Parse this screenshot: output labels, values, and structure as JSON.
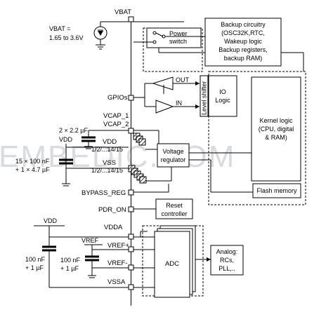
{
  "supply": {
    "vbat_pin": "VBAT",
    "vbat_range_line1": "VBAT =",
    "vbat_range_line2": "1.65 to 3.6V",
    "power_switch_line1": "Power",
    "power_switch_line2": "switch"
  },
  "backup": {
    "lines": [
      "Backup circuitry",
      "(OSC32K,RTC,",
      "Wakeup logic",
      "Backup registers,",
      "backup RAM)"
    ]
  },
  "io": {
    "out_label": "OUT",
    "in_label": "IN",
    "gpios_pin": "GPIOs",
    "level_shifter": "Level shifter",
    "io_logic_line1": "IO",
    "io_logic_line2": "Logic"
  },
  "core": {
    "vcap1": "VCAP_1",
    "vcap2": "VCAP_2",
    "cap_vcap": "2 × 2.2 µF",
    "vdd_left": "VDD",
    "vdd_pin": "VDD",
    "vdd_range": "1/2/...14/15",
    "vss_pin": "VSS",
    "vss_range": "1/2/...14/15",
    "cap_vdd_line1": "15 × 100 nF",
    "cap_vdd_line2": "+ 1 × 4.7 µF",
    "regulator_line1": "Voltage",
    "regulator_line2": "regulator",
    "kernel_line1": "Kernel logic",
    "kernel_line2": "(CPU, digital",
    "kernel_line3": "& RAM)",
    "flash": "Flash memory",
    "bypass_pin": "BYPASS_REG",
    "pdr_pin": "PDR_ON",
    "reset_line1": "Reset",
    "reset_line2": "controller"
  },
  "analog": {
    "vdd_top": "VDD",
    "vref_label": "VREF",
    "vdda_pin": "VDDA",
    "vrefp_pin": "VREF+",
    "vrefm_pin": "VREF-",
    "vssa_pin": "VSSA",
    "adc": "ADC",
    "analog_line1": "Analog:",
    "analog_line2": "RCs,",
    "analog_line3": "PLL,..",
    "cap_a_line1": "100 nF",
    "cap_a_line2": "+ 1 µF",
    "cap_b_line1": "100 nF",
    "cap_b_line2": "+ 1 µF"
  },
  "watermark": "EMBEDIC.COM"
}
